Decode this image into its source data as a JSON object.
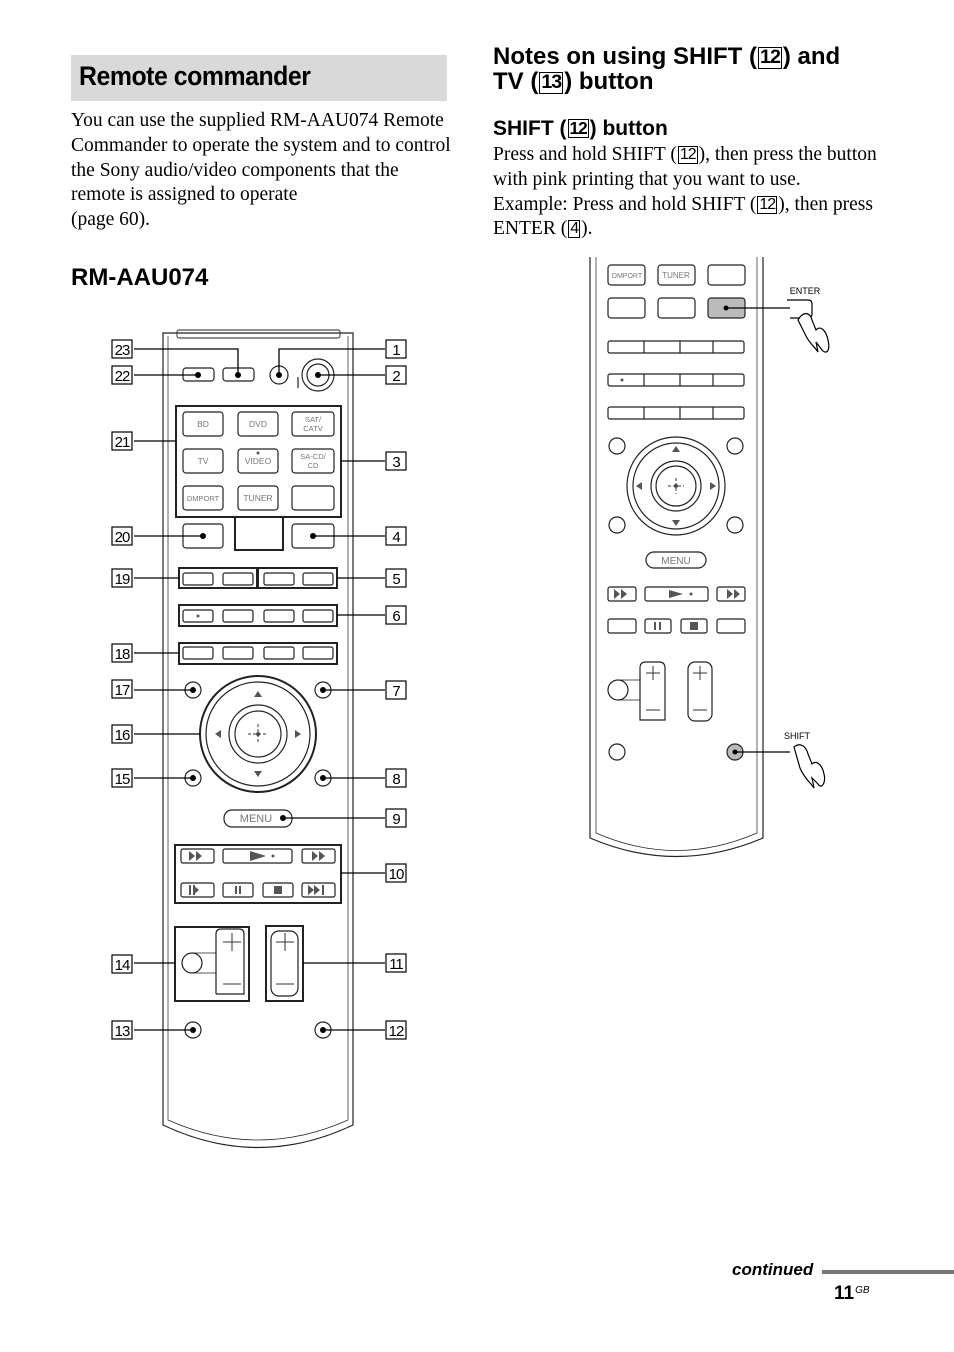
{
  "left": {
    "section_title": "Remote commander",
    "intro": "You can use the supplied RM-AAU074 Remote Commander to operate the system and to control the Sony audio/video components that the remote is assigned to operate",
    "intro_ref": "(page 60).",
    "model_title": "RM-AAU074"
  },
  "notes": {
    "title_a": "Notes on using SHIFT (",
    "title_num_a": "12",
    "title_b": ") and",
    "title_c": "TV (",
    "title_num_b": "13",
    "title_d": ") button",
    "sub_a": "SHIFT (",
    "sub_num": "12",
    "sub_b": ") button",
    "body_1": "Press and hold SHIFT (",
    "body_1_num": "12",
    "body_2": "), then press the button with pink printing that you want to use.",
    "body_3": "Example: Press and hold SHIFT (",
    "body_3_num": "12",
    "body_4": "), then press ENTER (",
    "body_4_num": "4",
    "body_5": ")."
  },
  "remote_left": {
    "callouts": [
      "1",
      "2",
      "3",
      "4",
      "5",
      "6",
      "7",
      "8",
      "9",
      "10",
      "11",
      "12",
      "13",
      "14",
      "15",
      "16",
      "17",
      "18",
      "19",
      "20",
      "21",
      "22",
      "23"
    ],
    "inputs": [
      "BD",
      "DVD",
      "SAT/",
      "CATV",
      "TV",
      "VIDEO",
      "SA-CD/",
      "CD",
      "DMPORT",
      "TUNER"
    ],
    "menu": "MENU"
  },
  "remote_right": {
    "inputs": [
      "DMPORT",
      "TUNER"
    ],
    "menu": "MENU",
    "enter_label": "ENTER",
    "shift_label": "SHIFT"
  },
  "footer": {
    "continued": "continued",
    "page": "11",
    "page_suffix": "GB"
  }
}
